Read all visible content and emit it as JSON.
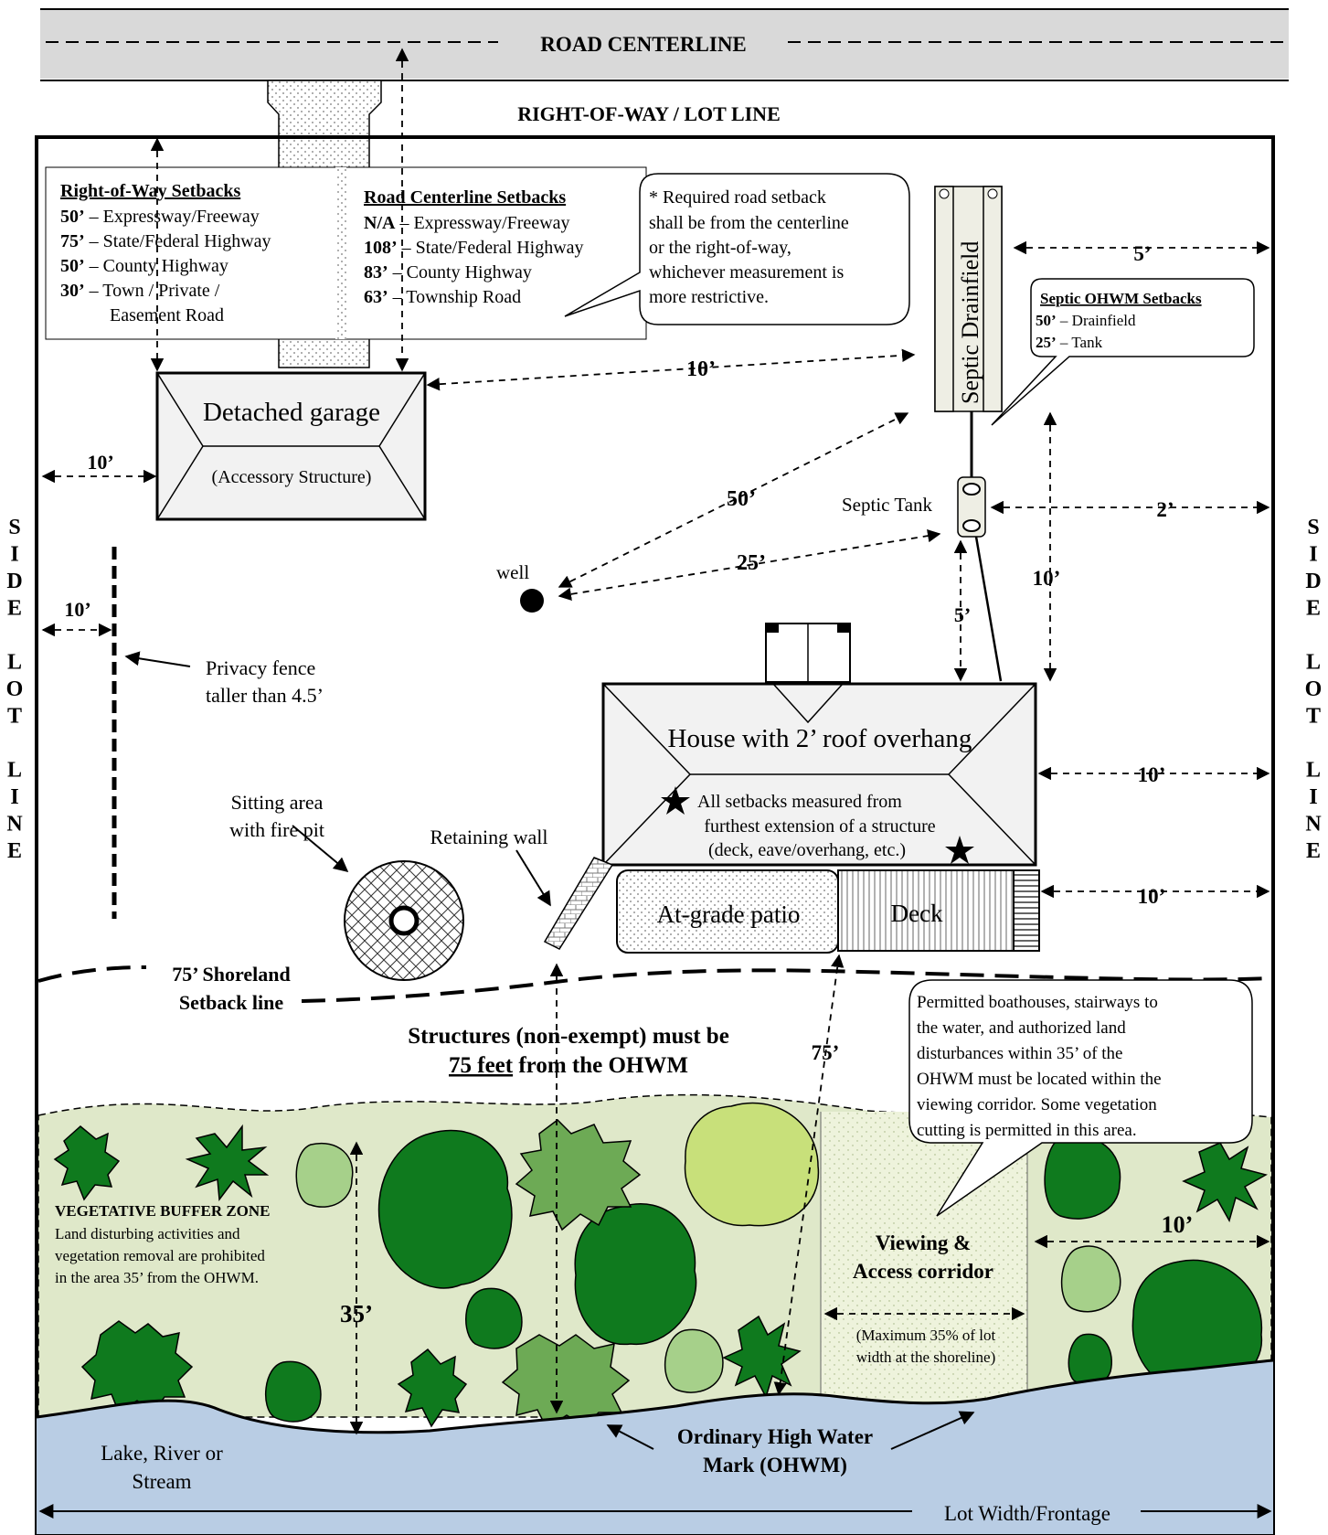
{
  "road": {
    "centerline": "ROAD CENTERLINE",
    "row_lot_line": "RIGHT-OF-WAY / LOT LINE"
  },
  "row_setbacks": {
    "title": "Right-of-Way Setbacks",
    "rows": [
      {
        "dist": "50’",
        "desc": " – Expressway/Freeway"
      },
      {
        "dist": "75’",
        "desc": " – State/Federal Highway"
      },
      {
        "dist": "50’",
        "desc": " – County Highway"
      },
      {
        "dist": "30’",
        "desc": " – Town / Private /"
      }
    ],
    "row4_cont": "Easement Road"
  },
  "centerline_setbacks": {
    "title": "Road Centerline Setbacks",
    "rows": [
      {
        "dist": "N/A",
        "desc": " – Expressway/Freeway"
      },
      {
        "dist": "108’",
        "desc": " – State/Federal Highway"
      },
      {
        "dist": "83’",
        "desc": " – County Highway"
      },
      {
        "dist": "63’",
        "desc": " – Township Road"
      }
    ]
  },
  "required_note": [
    "*  Required road setback",
    "shall be from the centerline",
    "or the right-of-way,",
    "whichever measurement is",
    "more restrictive."
  ],
  "septic_ohwm": {
    "title": "Septic OHWM Setbacks",
    "rows": [
      {
        "dist": "50’",
        "desc": " – Drainfield"
      },
      {
        "dist": "25’",
        "desc": " – Tank"
      }
    ]
  },
  "labels": {
    "garage": "Detached garage",
    "garage_sub": "(Accessory Structure)",
    "drainfield": "Septic Drainfield",
    "septic_tank": "Septic Tank",
    "well": "well",
    "fence_1": "Privacy fence",
    "fence_2": "taller than 4.5’",
    "house": "House with 2’ roof overhang",
    "house_note_1": "All setbacks measured from",
    "house_note_2": "furthest extension of a structure",
    "house_note_3": "(deck, eave/overhang, etc.)",
    "sitting_1": "Sitting area",
    "sitting_2": "with fire pit",
    "retaining": "Retaining wall",
    "patio": "At-grade patio",
    "deck": "Deck",
    "shoreland_1": "75’ Shoreland",
    "shoreland_2": "Setback line",
    "structures_1": "Structures (non-exempt) must be",
    "structures_2a": "75 feet",
    "structures_2b": " from the OHWM",
    "veg_title": "VEGETATIVE BUFFER ZONE",
    "veg_1": "Land disturbing activities and",
    "veg_2": "vegetation  removal are prohibited",
    "veg_3": "in the area 35’ from the OHWM.",
    "viewing_1": "Viewing &",
    "viewing_2": "Access corridor",
    "viewing_3": "(Maximum 35% of lot",
    "viewing_4": "width at the shoreline)",
    "ohwm_1": "Ordinary High Water",
    "ohwm_2": "Mark (OHWM)",
    "lake_1": "Lake, River or",
    "lake_2": "Stream",
    "lot_width": "Lot Width/Frontage",
    "side_lot_line": [
      "S",
      "I",
      "D",
      "E",
      "",
      "L",
      "O",
      "T",
      "",
      "L",
      "I",
      "N",
      "E"
    ]
  },
  "permitted_note": [
    "Permitted boathouses, stairways to",
    "the water, and authorized land",
    "disturbances within 35’ of the",
    "OHWM must be located within the",
    "viewing corridor.  Some vegetation",
    "cutting is permitted in this area."
  ],
  "dimensions": {
    "d_drainfield_side": "5’",
    "d_garage_drain": "10’",
    "d_garage_side": "10’",
    "d_well_drain": "50’",
    "d_well_tank": "25’",
    "d_tank_side": "2’",
    "d_fence": "10’",
    "d_tank_house": "5’",
    "d_drain_house": "10’",
    "d_house_side": "10’",
    "d_deck_side": "10’",
    "d_deck_ohwm": "75’",
    "d_buffer": "35’",
    "d_corridor_side": "10’"
  },
  "colors": {
    "road": "#d9d9d9",
    "veg": "#dfe8c9",
    "water": "#b9cde4",
    "tree_dark": "#0f7a1e",
    "tree_mid": "#6daa55",
    "tree_light": "#a6d08a",
    "tree_yellow": "#c8e07a"
  }
}
